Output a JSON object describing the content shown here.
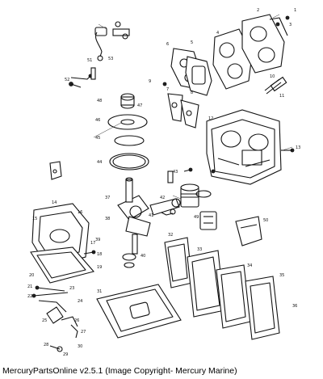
{
  "caption": "MercuryPartsOnline v2.5.1 (Image Copyright- Mercury Marine)",
  "callouts": [
    "1",
    "2",
    "3",
    "4",
    "5",
    "6",
    "7",
    "8",
    "9",
    "10",
    "11",
    "12",
    "13",
    "14",
    "15",
    "16",
    "17",
    "18",
    "19",
    "20",
    "21",
    "22",
    "23",
    "24",
    "25",
    "26",
    "27",
    "28",
    "29",
    "30",
    "31",
    "32",
    "33",
    "34",
    "35",
    "36",
    "37",
    "38",
    "39",
    "40",
    "41",
    "42",
    "43",
    "44",
    "45",
    "46",
    "47",
    "48",
    "49",
    "50",
    "51",
    "52",
    "53"
  ]
}
